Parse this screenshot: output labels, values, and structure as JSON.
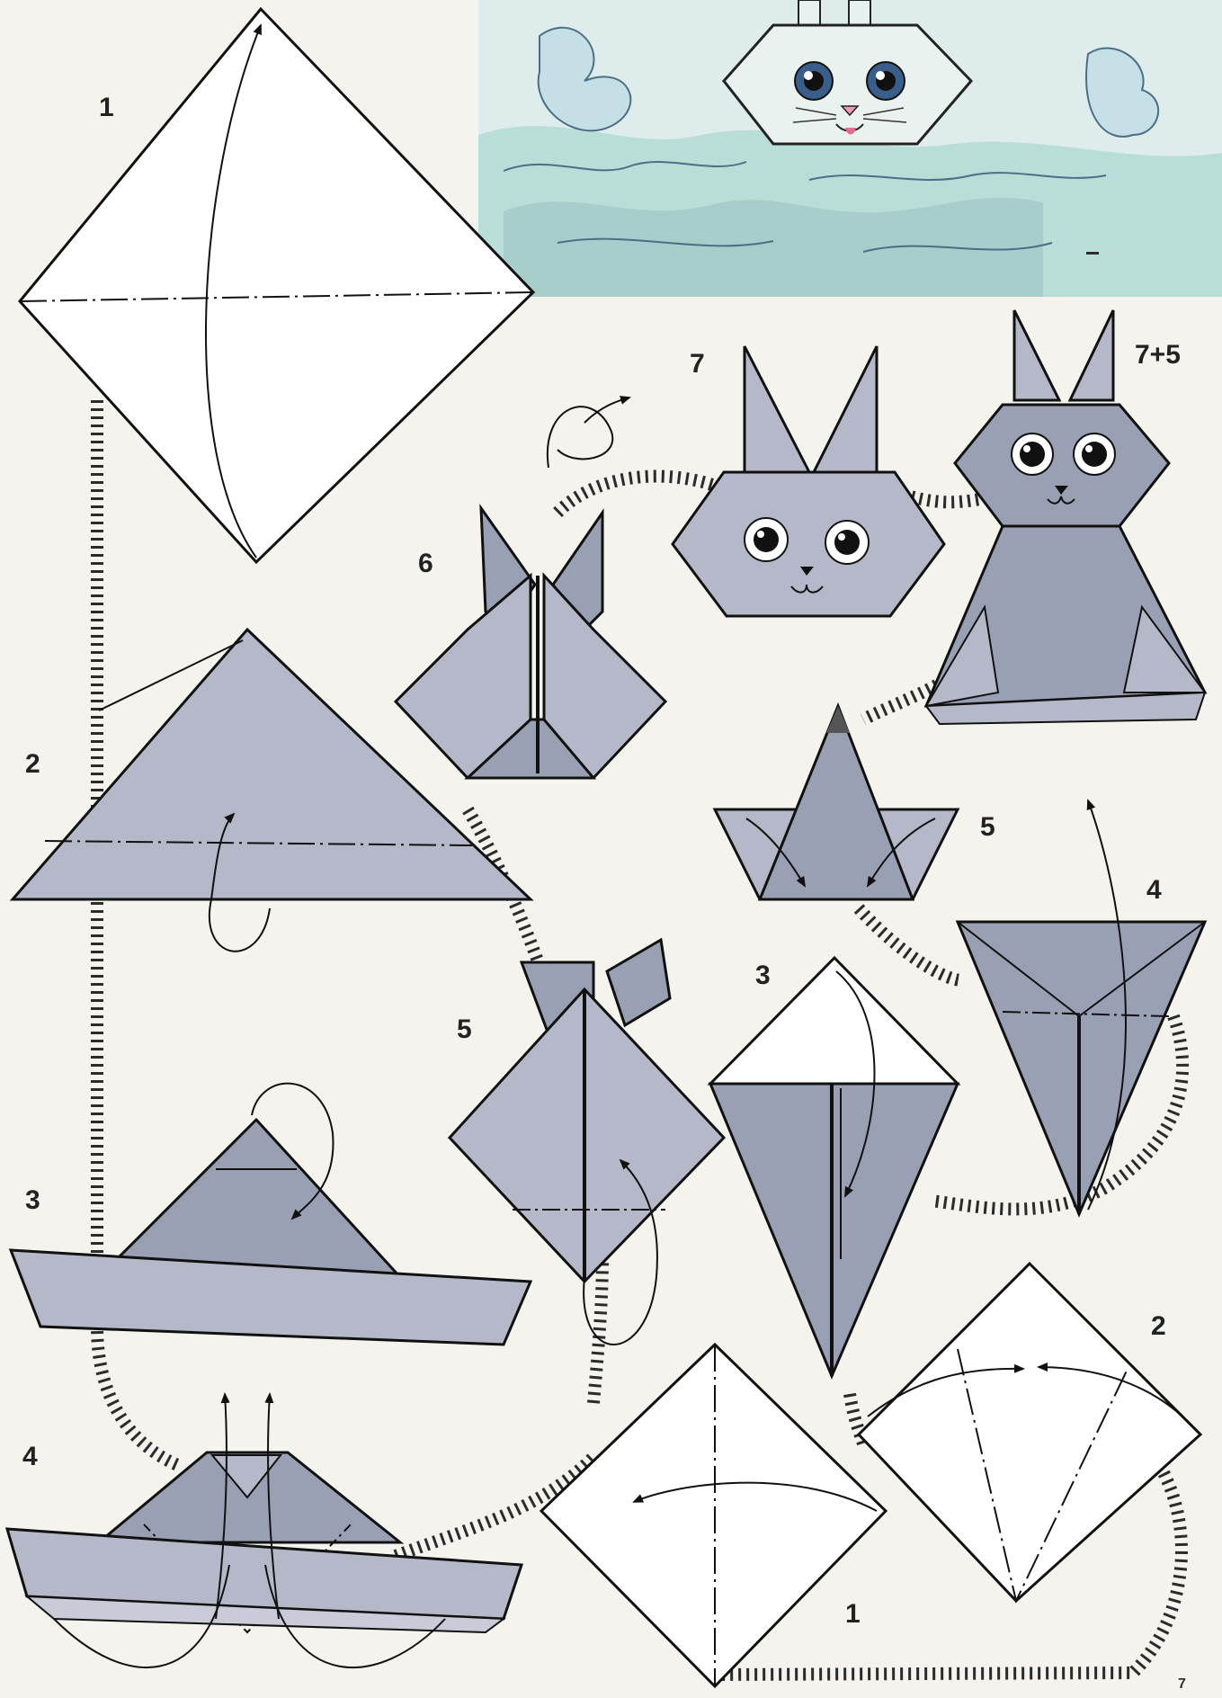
{
  "page_number": "7",
  "colors": {
    "paper_grey": "#b4b8c8",
    "paper_dark": "#9aa0b3",
    "paper_white": "#ffffff",
    "outline": "#111111",
    "guide_track": "#2b2b2b",
    "scene_sky": "#dbe9ea",
    "scene_water": "#a9d3cf",
    "nose_pink": "#ef9bb0"
  },
  "icons": [
    "bunny-face-icon",
    "fold-arrow-icon",
    "turn-over-arrow-icon"
  ],
  "left_sequence": {
    "steps": [
      {
        "label": "1"
      },
      {
        "label": "2"
      },
      {
        "label": "3"
      },
      {
        "label": "4"
      }
    ]
  },
  "right_sequence": {
    "steps": [
      {
        "label": "1"
      },
      {
        "label": "2"
      },
      {
        "label": "3"
      },
      {
        "label": "4"
      },
      {
        "label": "5"
      },
      {
        "label": "5"
      },
      {
        "label": "6"
      },
      {
        "label": "7"
      },
      {
        "label": "7+5"
      }
    ]
  }
}
